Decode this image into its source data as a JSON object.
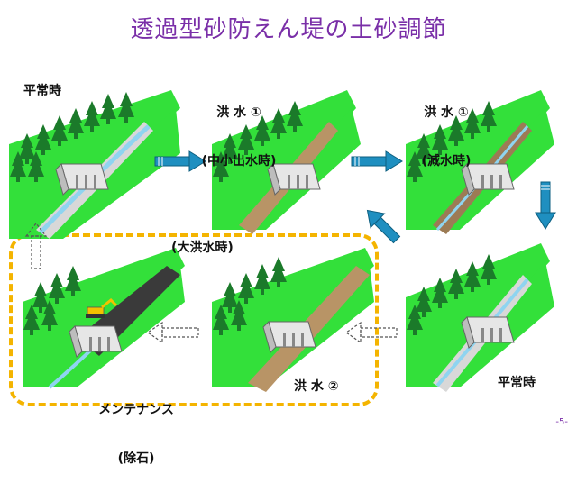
{
  "title": "透過型砂防えん堤の土砂調節",
  "labels": {
    "normal_1": "平常時",
    "flood1_small_line1": "洪 水 ①",
    "flood1_small_line2": "(中小出水時)",
    "flood1_recede_line1": "洪 水 ①",
    "flood1_recede_line2": "(減水時)",
    "big_flood": "(大洪水時)",
    "normal_2": "平常時",
    "flood2": "洪 水 ②",
    "maintenance_line1": "メンテナンス",
    "maintenance_line2": "(除石)"
  },
  "page_number": "-5-",
  "colors": {
    "title": "#7a2fa8",
    "grass": "#33e03a",
    "tree": "#1b7a2a",
    "arrow_solid": "#1f8fc0",
    "frame": "#f4b400",
    "water": "#8fd4f0",
    "sediment": "#b89466",
    "dark_sediment": "#3a3a3a"
  }
}
